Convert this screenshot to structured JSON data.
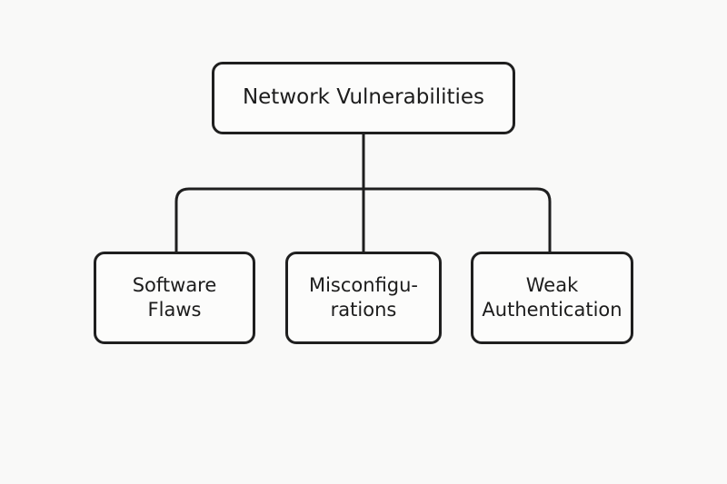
{
  "diagram": {
    "root": {
      "label": "Network Vulnerabilities"
    },
    "children": [
      {
        "label": "Software\nFlaws"
      },
      {
        "label": "Misconfigu-\nrations"
      },
      {
        "label": "Weak\nAuthentication"
      }
    ]
  },
  "colors": {
    "stroke": "#1f1f1f",
    "background": "#f9f9f8",
    "text": "#1c1c1c"
  }
}
